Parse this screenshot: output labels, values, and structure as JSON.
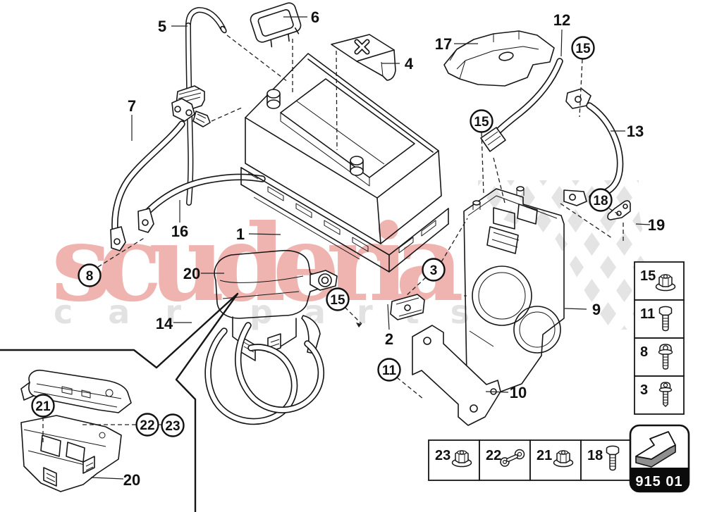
{
  "watermark": {
    "brand": "scuderia",
    "sub_left": "car",
    "sub_right": "parts",
    "brand_color": "#f0b4b0",
    "sub_color": "#e2e2e2",
    "checker_color": "#e4e4e4"
  },
  "callouts": {
    "c1": "1",
    "c2": "2",
    "c3": "3",
    "c4": "4",
    "c5": "5",
    "c6": "6",
    "c7": "7",
    "c8": "8",
    "c9": "9",
    "c10": "10",
    "c11": "11",
    "c12": "12",
    "c13": "13",
    "c14": "14",
    "c15a": "15",
    "c15b": "15",
    "c15c": "15",
    "c16": "16",
    "c17": "17",
    "c18": "18",
    "c19": "19",
    "c20a": "20",
    "c20b": "20",
    "c21": "21",
    "c22": "22",
    "c23": "23"
  },
  "legend": {
    "side": {
      "items": [
        {
          "label": "15",
          "icon": "flange-nut"
        },
        {
          "label": "11",
          "icon": "hex-bolt"
        },
        {
          "label": "8",
          "icon": "dome-screw"
        },
        {
          "label": "3",
          "icon": "torx-screw"
        }
      ]
    },
    "bottom": {
      "items": [
        {
          "label": "23",
          "icon": "flange-nut"
        },
        {
          "label": "22",
          "icon": "link-strap"
        },
        {
          "label": "21",
          "icon": "flange-nut"
        },
        {
          "label": "18",
          "icon": "hex-bolt"
        }
      ]
    }
  },
  "badge": {
    "code": "915 01"
  }
}
